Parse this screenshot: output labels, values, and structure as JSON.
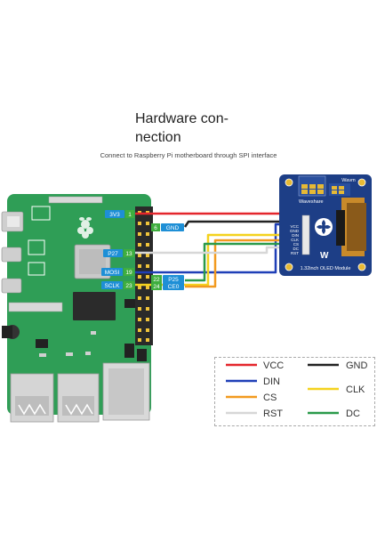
{
  "header": {
    "title": "Hardware con- nection",
    "subtitle": "Connect to Raspberry Pi motherboard through SPI interface"
  },
  "pi_pins": {
    "3v3": {
      "label": "3V3",
      "num": "1"
    },
    "gnd": {
      "label": "GND",
      "num": "6"
    },
    "p27": {
      "label": "P27",
      "num": "13"
    },
    "mosi": {
      "label": "MOSI",
      "num": "19"
    },
    "sclk": {
      "label": "SCLK",
      "num": "23"
    },
    "p25": {
      "label": "P25",
      "num": "22"
    },
    "ce0": {
      "label": "CE0",
      "num": "24"
    }
  },
  "oled": {
    "brand": "Waveshare",
    "brand_right": "Wavm",
    "caption": "1.32inch OLED Module",
    "pins": [
      "VCC",
      "GND",
      "DIN",
      "CLK",
      "CS",
      "DC",
      "RST"
    ]
  },
  "legend": [
    {
      "label": "VCC",
      "color": "#e4262c"
    },
    {
      "label": "GND",
      "color": "#222222"
    },
    {
      "label": "DIN",
      "color": "#1f3fb7"
    },
    {
      "label": "CLK",
      "color": "#f4d21e"
    },
    {
      "label": "CS",
      "color": "#f29a1f"
    },
    {
      "label": "DC",
      "color": "#2a9a4a"
    },
    {
      "label": "RST",
      "color": "#d7d7d7"
    }
  ],
  "colors": {
    "pi_board": "#2f9e56",
    "pin_label": "#1e8fd6",
    "oled_board": "#1d3e86"
  }
}
